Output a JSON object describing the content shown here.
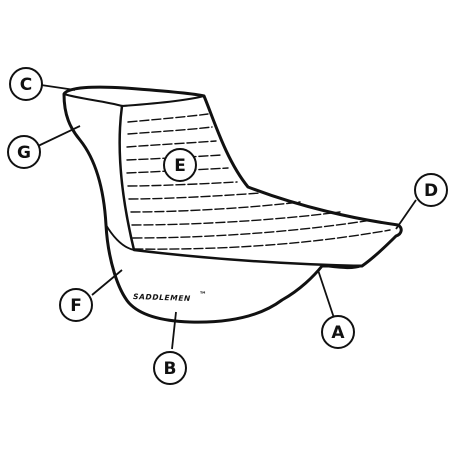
{
  "diagram": {
    "brand_text": "SADDLEMEN",
    "brand_mark": "™",
    "callouts": {
      "A": "A",
      "B": "B",
      "C": "C",
      "D": "D",
      "E": "E",
      "F": "F",
      "G": "G"
    },
    "colors": {
      "ink": "#111111",
      "background": "#ffffff"
    }
  }
}
